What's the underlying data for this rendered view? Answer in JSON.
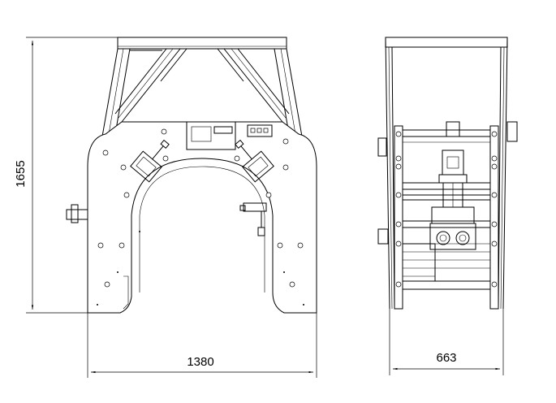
{
  "dimensions": {
    "front_width": "1380",
    "front_height": "1655",
    "side_width": "663"
  }
}
